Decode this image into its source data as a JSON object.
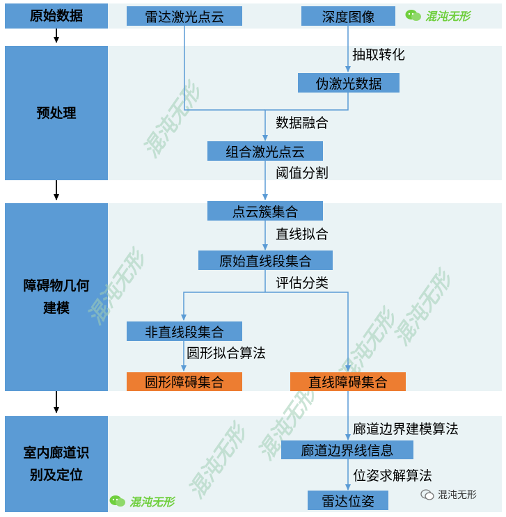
{
  "stages": [
    {
      "id": "raw",
      "label": "原始数据"
    },
    {
      "id": "pre",
      "label": "预处理"
    },
    {
      "id": "model",
      "label": "障碍物几何\n建模"
    },
    {
      "id": "loc",
      "label": "室内廊道识\n别及定位"
    }
  ],
  "nodes": {
    "lidar": "雷达激光点云",
    "depth": "深度图像",
    "pseudo": "伪激光数据",
    "combined": "组合激光点云",
    "cluster": "点云簇集合",
    "segments": "原始直线段集合",
    "nonline": "非直线段集合",
    "circle_obs": "圆形障碍集合",
    "line_obs": "直线障碍集合",
    "corridor": "廊道边界线信息",
    "pose": "雷达位姿"
  },
  "edge_labels": {
    "extract": "抽取转化",
    "fusion": "数据融合",
    "threshold": "阈值分割",
    "line_fit": "直线拟合",
    "classify": "评估分类",
    "circle_fit": "圆形拟合算法",
    "corridor_model": "廊道边界建模算法",
    "pose_solve": "位姿求解算法"
  },
  "watermark": "混沌无形",
  "badge_top": "混沌无形",
  "badge_bottom": "混沌无形",
  "footer_text": "混沌无形",
  "colors": {
    "stage": "#5b9bd5",
    "node": "#5b9bd5",
    "accent": "#ed7d31",
    "band": "#eaf3f5",
    "arrow": "#5b9bd5"
  }
}
